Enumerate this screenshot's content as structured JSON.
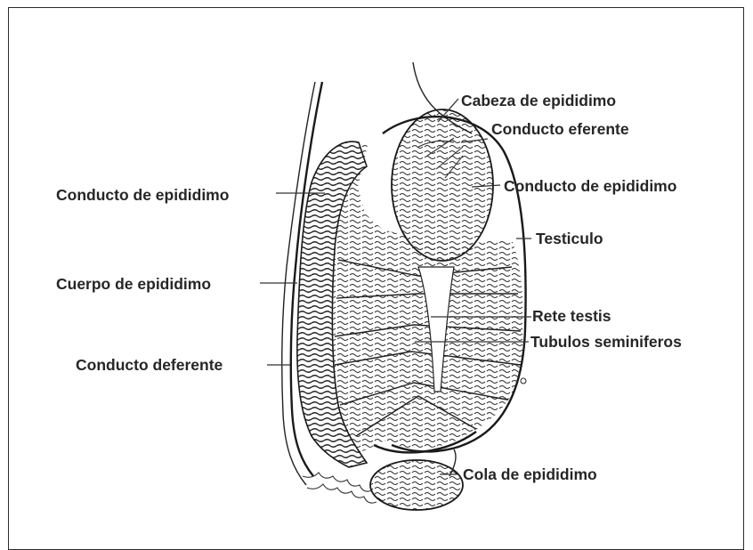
{
  "labels": {
    "cabeza": "Cabeza de epididimo",
    "conducto_eferente": "Conducto eferente",
    "conducto_epididimo_right": "Conducto de epididimo",
    "conducto_epididimo_left": "Conducto de epididimo",
    "testiculo": "Testiculo",
    "cuerpo": "Cuerpo de epididimo",
    "rete_testis": "Rete testis",
    "tubulos": "Tubulos seminiferos",
    "conducto_deferente": "Conducto deferente",
    "cola": "Cola de epididimo"
  },
  "colors": {
    "frame": "#2a2a2a",
    "ink": "#1a1a1a",
    "label": "#262626",
    "background": "#ffffff"
  }
}
